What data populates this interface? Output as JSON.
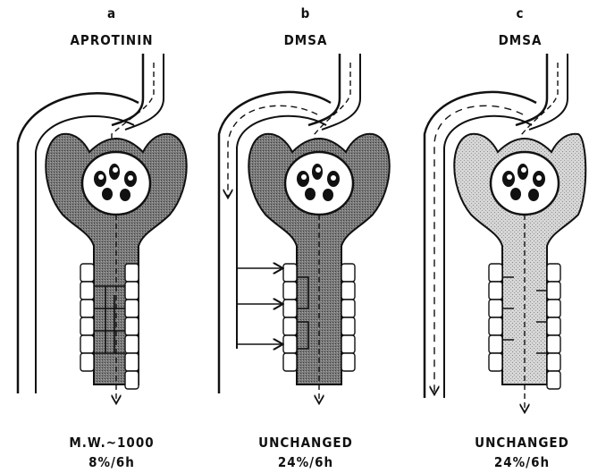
{
  "panels": [
    {
      "letter": "a",
      "title": "APROTININ",
      "caption_1": "M.W.~1000",
      "caption_2": "8%/6h"
    },
    {
      "letter": "b",
      "title": "DMSA",
      "caption_1": "UNCHANGED",
      "caption_2": "24%/6h"
    },
    {
      "letter": "c",
      "title": "DMSA",
      "caption_1": "UNCHANGED",
      "caption_2": "24%/6h"
    }
  ],
  "colors": {
    "ink": "#111111",
    "dense_shading": "#6e6e6e",
    "light_shading": "#bdbdbd"
  }
}
